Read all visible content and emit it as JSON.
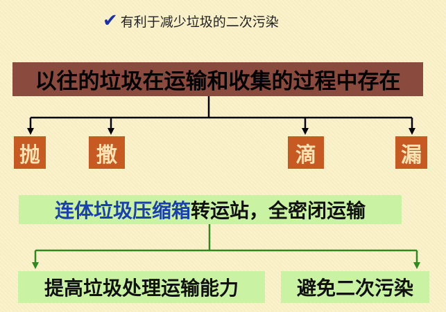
{
  "header": {
    "check_icon": "✔",
    "title": "有利于减少垃圾的二次污染"
  },
  "main_box": {
    "text": "以往的垃圾在运输和收集的过程中存在"
  },
  "items": [
    {
      "label": "抛"
    },
    {
      "label": "撒"
    },
    {
      "label": "滴"
    },
    {
      "label": "漏"
    }
  ],
  "solution": {
    "highlight": "连体垃圾压缩箱",
    "rest": "转运站，全密闭运输"
  },
  "outcomes": [
    {
      "label": "提高垃圾处理运输能力"
    },
    {
      "label": "避免二次污染"
    }
  ],
  "colors": {
    "background": "#fbf1c6",
    "main_box": "#8a4a3e",
    "item_box": "#c65a22",
    "item_text": "#fbe3b3",
    "green_box": "#c9f2a2",
    "highlight_text": "#1a3fb0",
    "connector_black": "#000000",
    "connector_green": "#2e8a1e"
  }
}
